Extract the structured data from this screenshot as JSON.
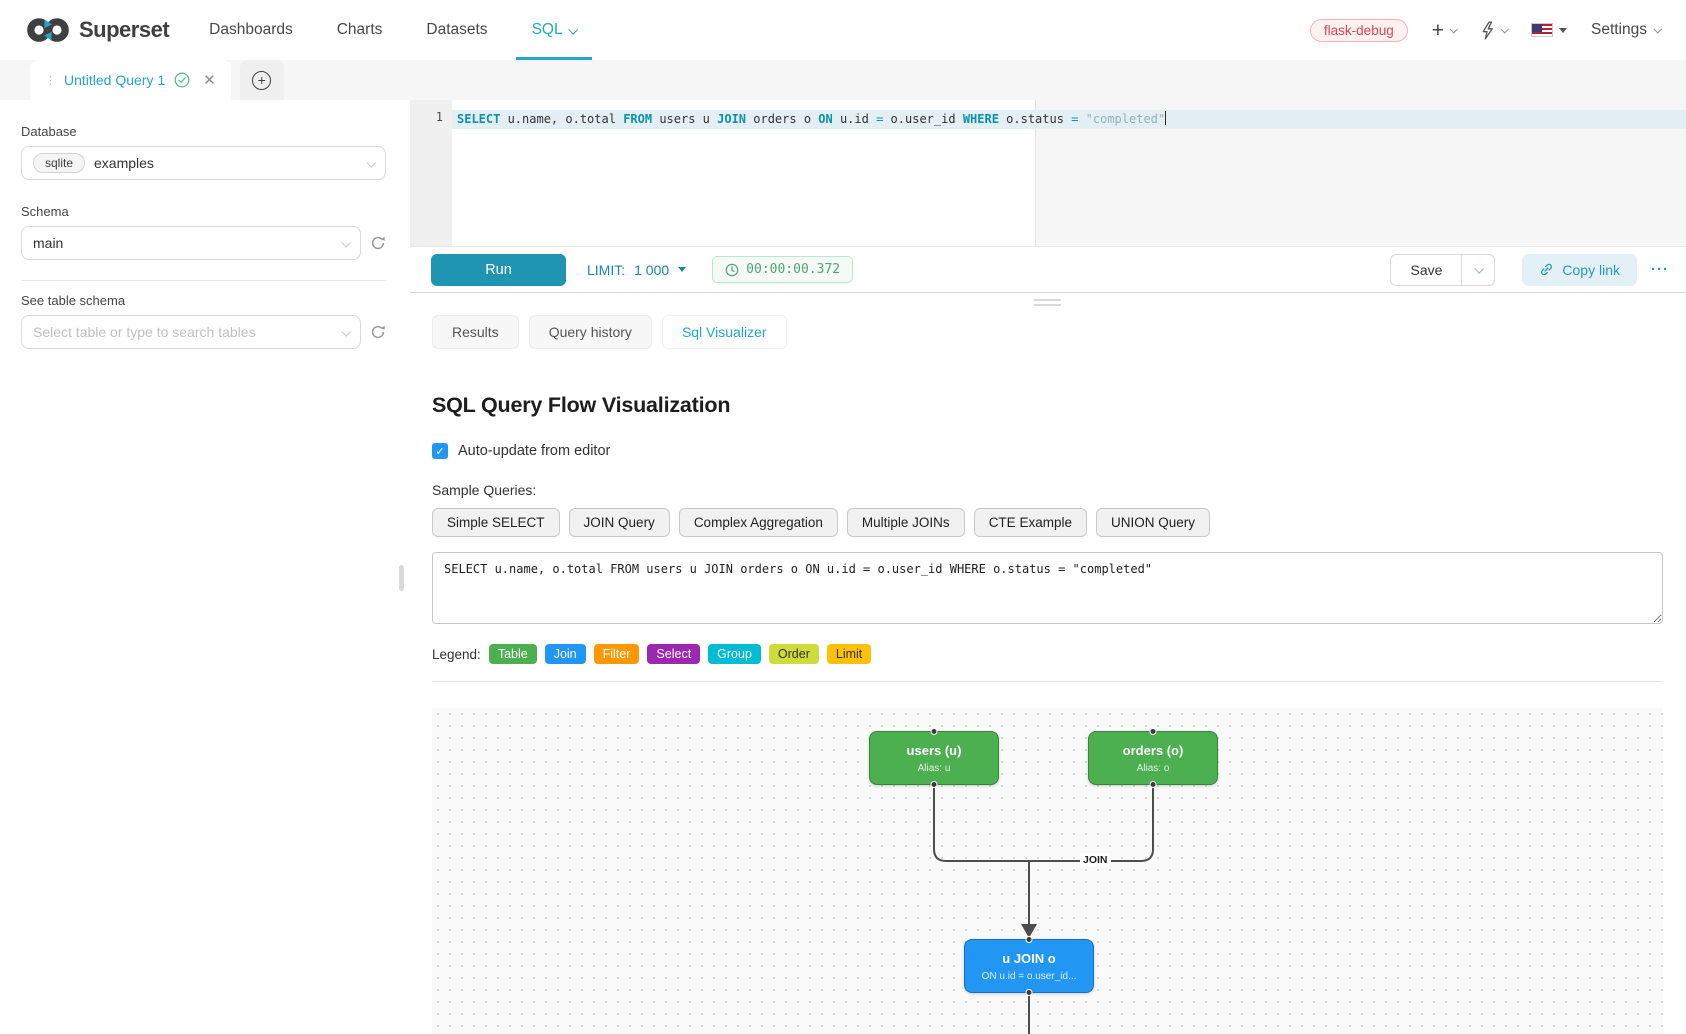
{
  "nav": {
    "brand": "Superset",
    "items": [
      {
        "label": "Dashboards"
      },
      {
        "label": "Charts"
      },
      {
        "label": "Datasets"
      },
      {
        "label": "SQL"
      }
    ],
    "env_badge": "flask-debug",
    "settings_label": "Settings"
  },
  "query_tabs": {
    "active_tab": "Untitled Query 1"
  },
  "sidebar": {
    "database_label": "Database",
    "database_engine": "sqlite",
    "database_value": "examples",
    "schema_label": "Schema",
    "schema_value": "main",
    "table_schema_label": "See table schema",
    "table_placeholder": "Select table or type to search tables"
  },
  "editor": {
    "line_number": "1",
    "sql": "SELECT u.name, o.total FROM users u JOIN orders o ON u.id = o.user_id WHERE o.status = \"completed\"",
    "tokens": [
      {
        "text": "SELECT",
        "type": "kw"
      },
      {
        "text": " u.name, o.total ",
        "type": "pl"
      },
      {
        "text": "FROM",
        "type": "kw"
      },
      {
        "text": " users u ",
        "type": "pl"
      },
      {
        "text": "JOIN",
        "type": "kw"
      },
      {
        "text": " orders o ",
        "type": "pl"
      },
      {
        "text": "ON",
        "type": "kw"
      },
      {
        "text": " u.id ",
        "type": "pl"
      },
      {
        "text": "=",
        "type": "op"
      },
      {
        "text": " o.user_id ",
        "type": "pl"
      },
      {
        "text": "WHERE",
        "type": "kw"
      },
      {
        "text": " o.status ",
        "type": "pl"
      },
      {
        "text": "=",
        "type": "op"
      },
      {
        "text": " ",
        "type": "pl"
      },
      {
        "text": "\"completed\"",
        "type": "str"
      }
    ]
  },
  "toolbar": {
    "run_label": "Run",
    "limit_label": "LIMIT:",
    "limit_value": "1 000",
    "elapsed_time": "00:00:00.372",
    "save_label": "Save",
    "copy_link_label": "Copy link",
    "more_label": "···"
  },
  "result_tabs": [
    {
      "label": "Results"
    },
    {
      "label": "Query history"
    },
    {
      "label": "Sql Visualizer"
    }
  ],
  "visualizer": {
    "title": "SQL Query Flow Visualization",
    "auto_update_label": "Auto-update from editor",
    "auto_update_checked": true,
    "sample_queries_label": "Sample Queries:",
    "sample_queries": [
      "Simple SELECT",
      "JOIN Query",
      "Complex Aggregation",
      "Multiple JOINs",
      "CTE Example",
      "UNION Query"
    ],
    "query_input": "SELECT u.name, o.total FROM users u JOIN orders o ON u.id = o.user_id WHERE o.status = \"completed\"",
    "legend_label": "Legend:",
    "legend": [
      {
        "label": "Table",
        "bg": "#4CAF50",
        "fg": "#ffffff"
      },
      {
        "label": "Join",
        "bg": "#2196F3",
        "fg": "#ffffff"
      },
      {
        "label": "Filter",
        "bg": "#FF9800",
        "fg": "#ffffff"
      },
      {
        "label": "Select",
        "bg": "#9C27B0",
        "fg": "#ffffff"
      },
      {
        "label": "Group",
        "bg": "#00BCD4",
        "fg": "#ffffff"
      },
      {
        "label": "Order",
        "bg": "#CDDC39",
        "fg": "#333333"
      },
      {
        "label": "Limit",
        "bg": "#FFC107",
        "fg": "#333333"
      }
    ],
    "diagram": {
      "edge_label": "JOIN",
      "nodes": [
        {
          "title": "users (u)",
          "subtitle": "Alias: u",
          "bg": "#4CAF50"
        },
        {
          "title": "orders (o)",
          "subtitle": "Alias: o",
          "bg": "#4CAF50"
        },
        {
          "title": "u JOIN o",
          "subtitle": "ON u.id = o.user_id...",
          "bg": "#2196F3"
        }
      ]
    }
  },
  "colors": {
    "accent": "#20A7C9",
    "success": "#5AC189",
    "danger": "#E04355"
  }
}
